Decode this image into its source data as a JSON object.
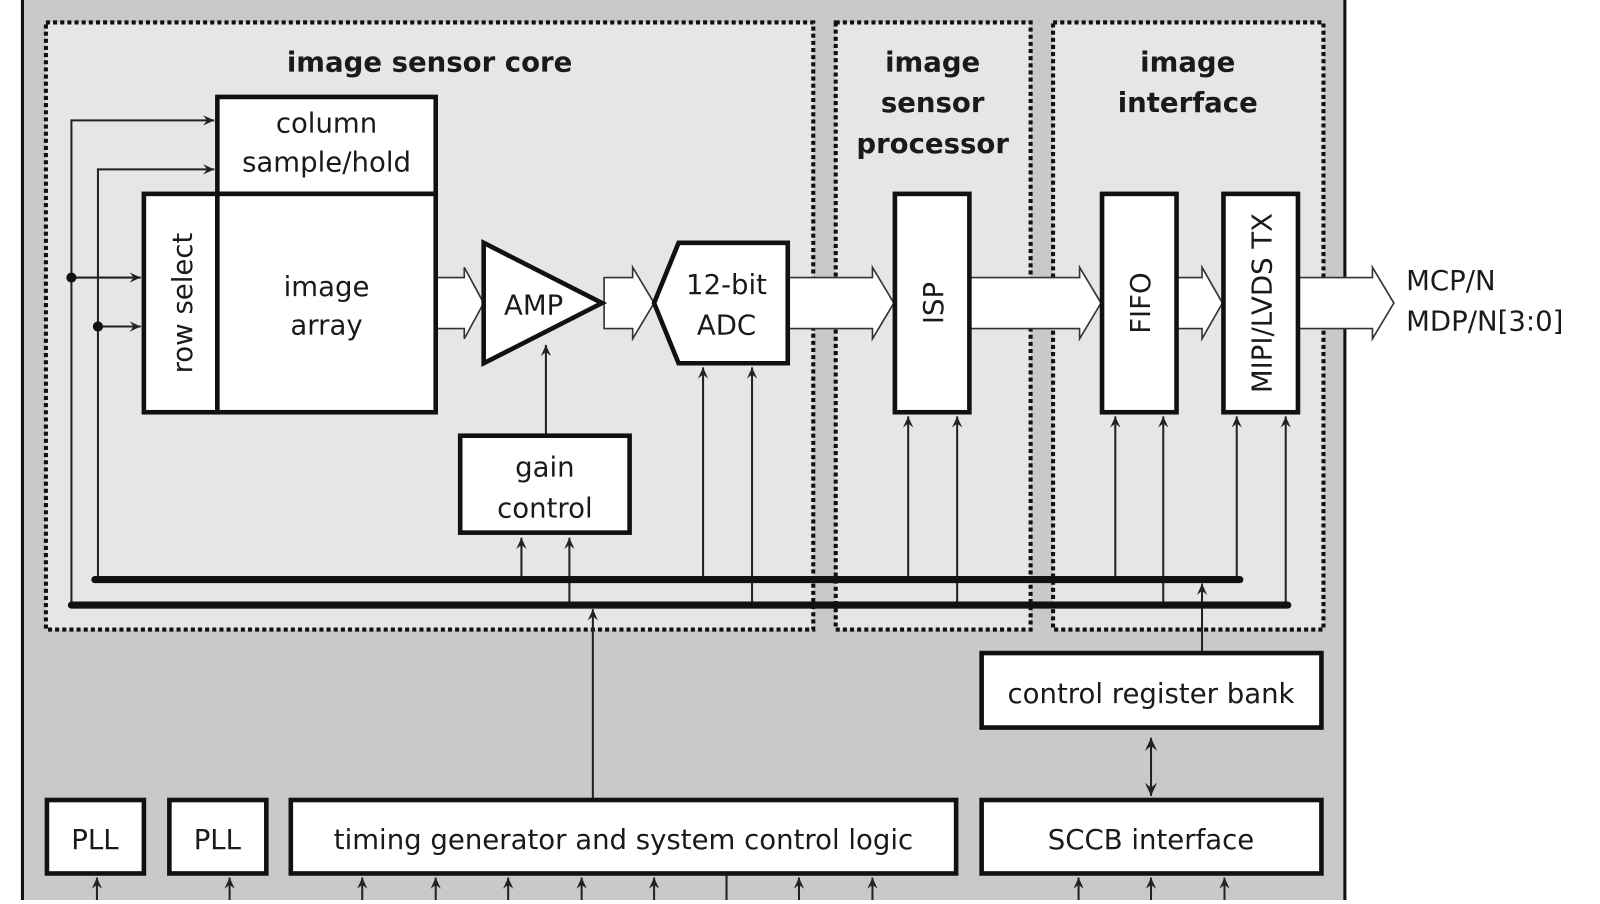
{
  "diagram": {
    "title_partial": "",
    "colors": {
      "chip_fill": "#c8c9cb",
      "region_fill": "#e6e6e7",
      "block_fill": "#ffffff",
      "stroke": "#111111",
      "outside": "#ffffff"
    },
    "regions": {
      "core": "image sensor core",
      "isp_line1": "image",
      "isp_line2": "sensor",
      "isp_line3": "processor",
      "iface_line1": "image",
      "iface_line2": "interface"
    },
    "blocks": {
      "column_line1": "column",
      "column_line2": "sample/hold",
      "row_select": "row select",
      "array_line1": "image",
      "array_line2": "array",
      "amp": "AMP",
      "adc_line1": "12-bit",
      "adc_line2": "ADC",
      "gain_line1": "gain",
      "gain_line2": "control",
      "isp": "ISP",
      "fifo": "FIFO",
      "mipi": "MIPI/LVDS TX",
      "control_register": "control register bank",
      "sccb": "SCCB interface",
      "pll1": "PLL",
      "pll2": "PLL",
      "timing": "timing generator and system control logic"
    },
    "outputs": {
      "line1": "MCP/N",
      "line2": "MDP/N[3:0]"
    }
  }
}
